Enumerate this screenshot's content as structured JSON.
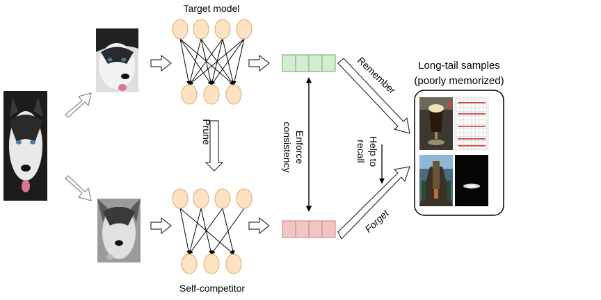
{
  "labels": {
    "target_model": "Target model",
    "self_competitor": "Self-competitor",
    "prune": "Prune",
    "enforce_line1": "Enforce",
    "enforce_line2": "consistency",
    "remember": "Remember",
    "forget": "Forget",
    "help_line1": "Help to",
    "help_line2": "recall",
    "long_tail_title": "Long-tail samples",
    "long_tail_subtitle": "(poorly memorized)"
  },
  "colors": {
    "node_fill": "#fde2c4",
    "node_stroke": "#d9a86c",
    "target_output_fill": "#d6ecd2",
    "target_output_stroke": "#6da36a",
    "competitor_output_fill": "#f3c4c4",
    "competitor_output_stroke": "#c77b7b"
  },
  "icons": {
    "original_image": "husky-photo",
    "augmented_color": "husky-crop-color",
    "augmented_gray": "husky-crop-grayscale",
    "sample_1": "drink-photo",
    "sample_2": "grid-chart",
    "sample_3": "corridor-scene",
    "sample_4": "dark-spotlight"
  }
}
